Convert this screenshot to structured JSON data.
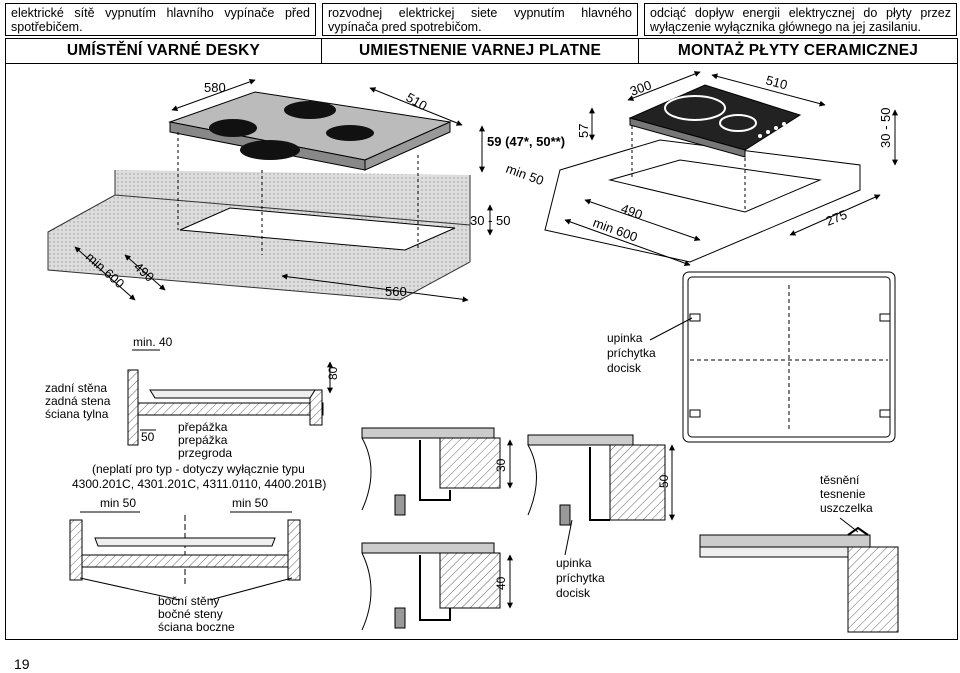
{
  "notes": {
    "cz": "elektrické sítě vypnutím hlavního vypínače před spotřebičem.",
    "sk": "rozvodnej elektrickej siete vypnutím hlavného vypínača pred spotrebičom.",
    "pl": "odciąć dopływ energii elektrycznej do płyty przez wyłączenie wyłącznika głównego na jej zasilaniu."
  },
  "titles": {
    "cz": "UMÍSTĚNÍ VARNÉ DESKY",
    "sk": "UMIESTNENIE VARNEJ PLATNE",
    "pl": "MONTAŻ PŁYTY CERAMICZNEJ"
  },
  "hob_dims": {
    "width": "580",
    "depth": "510",
    "height": "59 (47*, 50**)",
    "cut_width": "560",
    "cut_depth": "490",
    "counter_min": "min 600",
    "edge_gap": "30 - 50"
  },
  "ceramic_dims": {
    "width": "300",
    "depth": "510",
    "height": "57",
    "side_gap": "30 - 50",
    "min_wall": "min 50",
    "cut_depth": "490",
    "counter_min": "min 600",
    "cut_width": "275"
  },
  "section_labels": {
    "min40": "min. 40",
    "h80": "80",
    "back_wall": [
      "zadní stěna",
      "zadná stena",
      "ściana tylna"
    ],
    "d50": "50",
    "partition": [
      "přepážka",
      "prepážka",
      "przegroda"
    ],
    "exception": [
      "(neplatí pro typ - dotyczy wyłącznie typu",
      "4300.201C, 4301.201C, 4311.0110, 4400.201B)"
    ],
    "min50_left": "min 50",
    "min50_right": "min 50",
    "side_walls": [
      "boční stěny",
      "bočné steny",
      "ściana boczne"
    ]
  },
  "clamp_labels": {
    "clip_top": [
      "upinka",
      "príchytka",
      "docisk"
    ],
    "clip_bottom": [
      "upinka",
      "príchytka",
      "docisk"
    ],
    "seal": [
      "těsnění",
      "tesnenie",
      "uszczelka"
    ],
    "t30": "30",
    "t40": "40",
    "t50": "50"
  },
  "page_number": "19"
}
